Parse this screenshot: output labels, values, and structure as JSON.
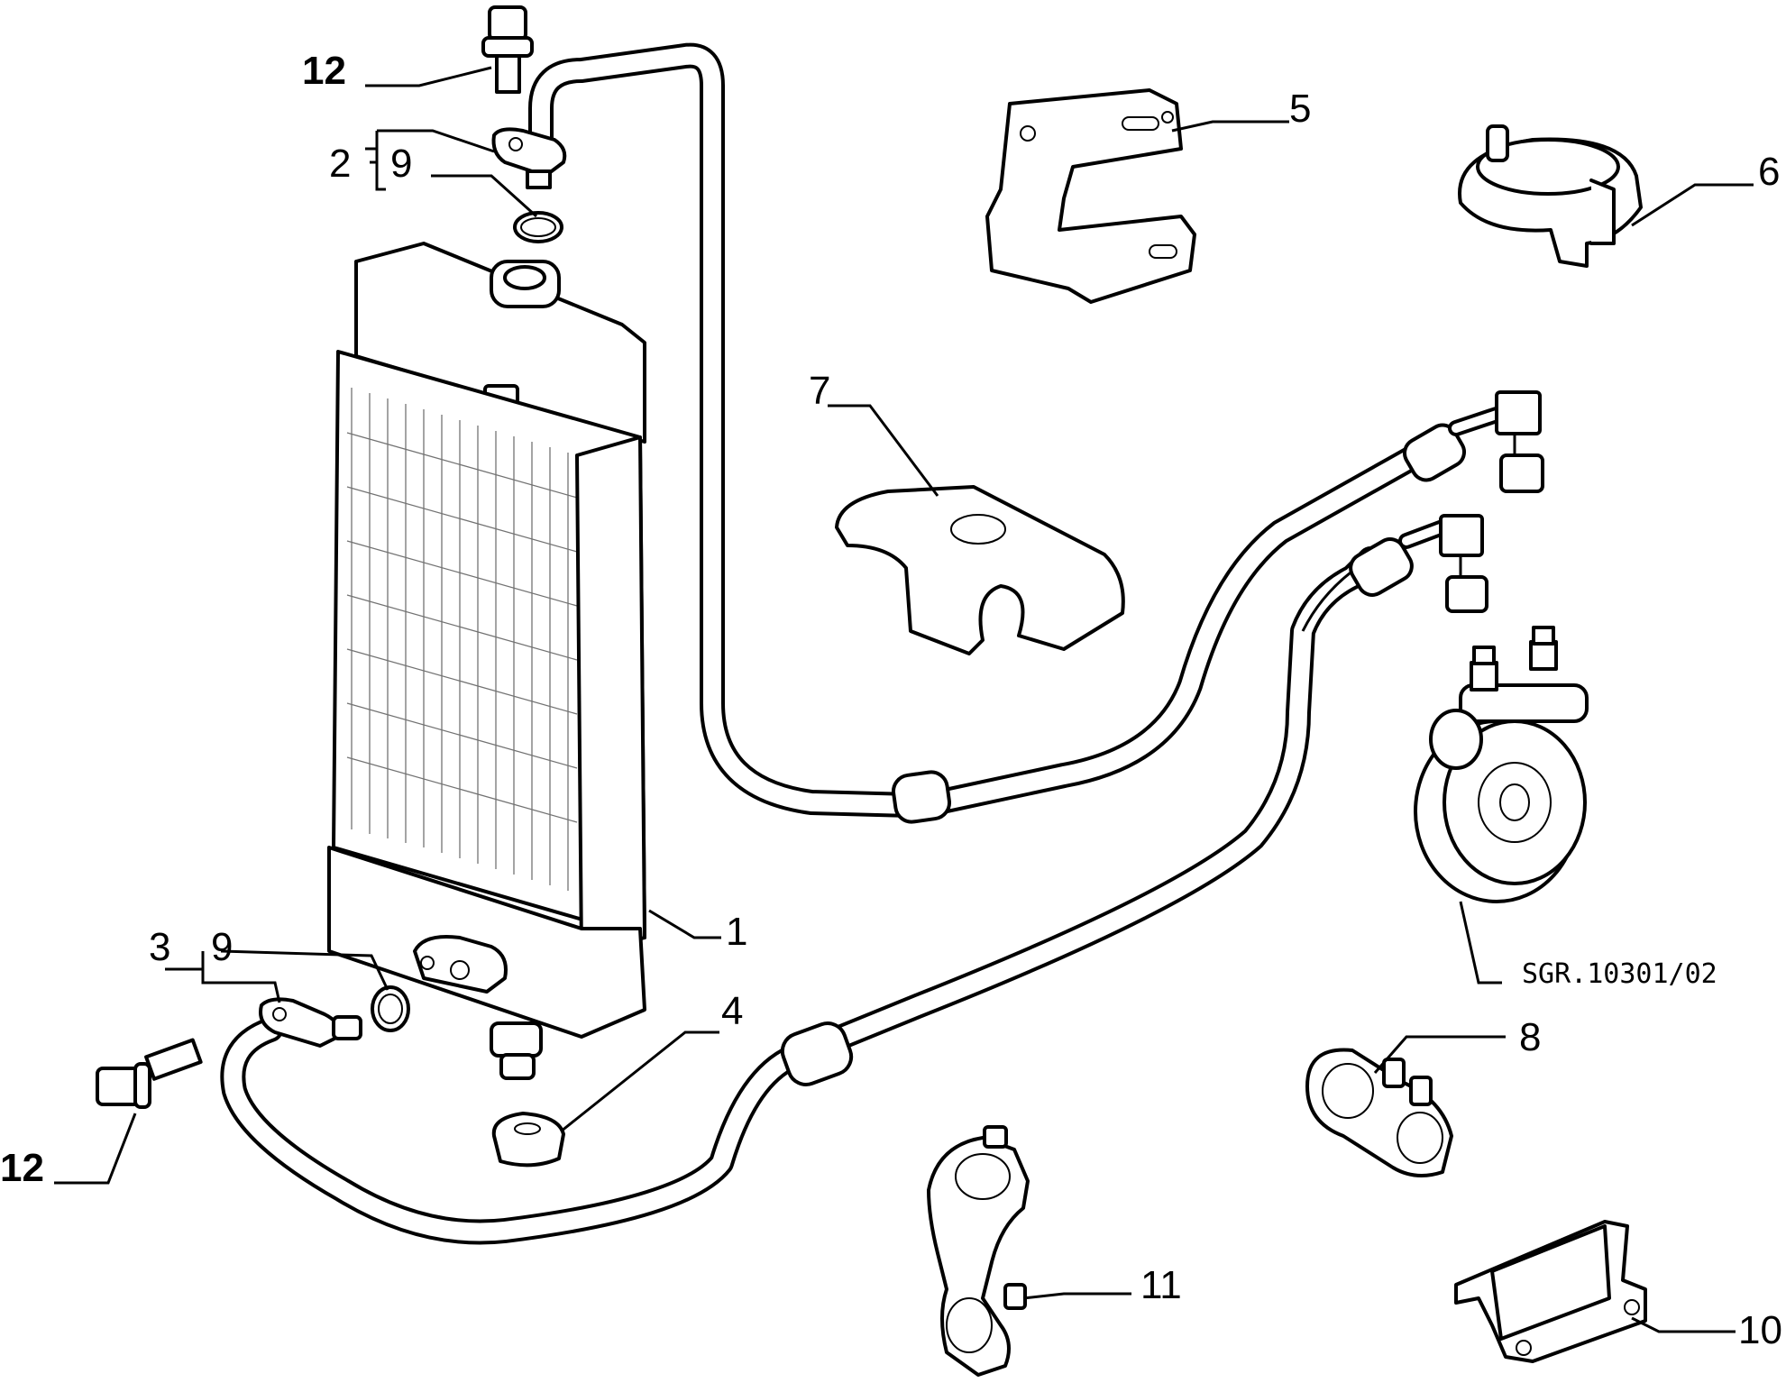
{
  "diagram": {
    "drawing_code": "SGR.10301/02",
    "labels": {
      "radiator": "1",
      "top_union": "2",
      "bottom_union": "3",
      "plug": "4",
      "bracket": "5",
      "ring_clip": "6",
      "saddle": "7",
      "double_clip": "8",
      "top_seal": "9",
      "bottom_seal": "9",
      "plate_bracket": "10",
      "pipe_clip": "11",
      "top_bolt": "12",
      "bottom_bolt": "12"
    }
  }
}
